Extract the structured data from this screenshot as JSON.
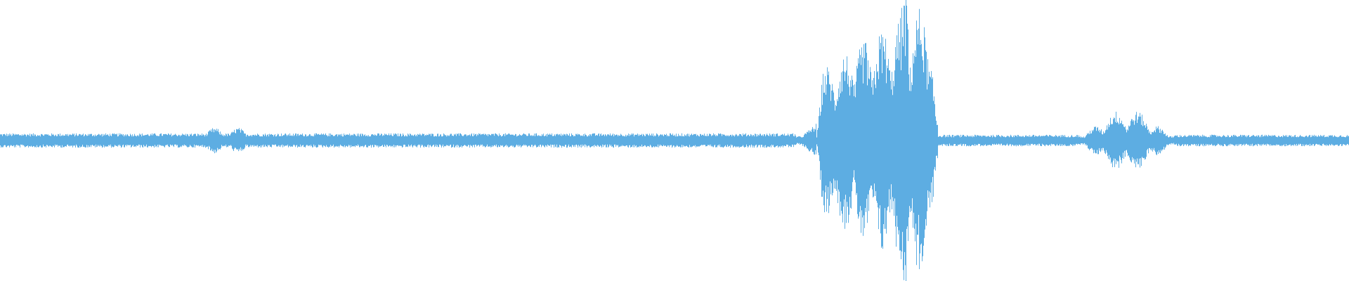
{
  "waveform": {
    "color": "#5dade2",
    "background": "#ffffff",
    "noise_floor_amplitude": 0.03,
    "segments": [
      {
        "start": 0.0,
        "end": 0.59,
        "peak": 0.05,
        "kind": "noise"
      },
      {
        "start": 0.15,
        "end": 0.185,
        "peak": 0.09,
        "kind": "blip"
      },
      {
        "start": 0.59,
        "end": 0.605,
        "peak": 0.12,
        "kind": "onset"
      },
      {
        "start": 0.605,
        "end": 0.695,
        "peak": 1.0,
        "kind": "speech-burst"
      },
      {
        "start": 0.695,
        "end": 0.8,
        "peak": 0.04,
        "kind": "noise"
      },
      {
        "start": 0.8,
        "end": 0.87,
        "peak": 0.22,
        "kind": "speech-tail"
      },
      {
        "start": 0.87,
        "end": 1.0,
        "peak": 0.04,
        "kind": "noise"
      }
    ]
  }
}
